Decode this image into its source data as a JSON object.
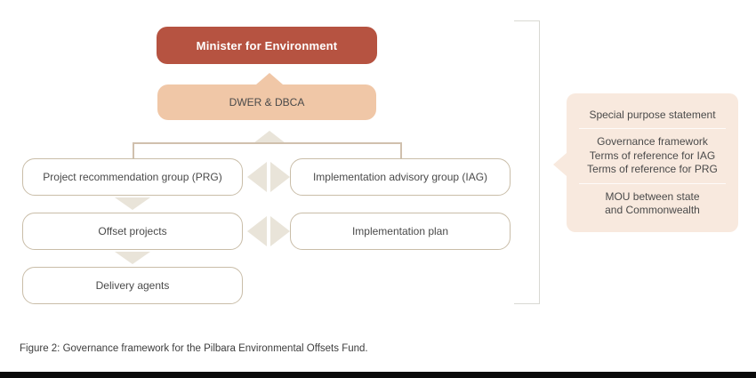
{
  "diagram": {
    "minister_box": {
      "label": "Minister for Environment"
    },
    "dwer_box": {
      "label": "DWER & DBCA"
    },
    "left_column": [
      {
        "label": "Project recommendation group (PRG)"
      },
      {
        "label": "Offset projects"
      },
      {
        "label": "Delivery agents"
      }
    ],
    "right_column": [
      {
        "label": "Implementation advisory group (IAG)"
      },
      {
        "label": "Implementation plan"
      }
    ],
    "side_panel": {
      "groups": [
        {
          "lines": [
            "Special purpose statement"
          ]
        },
        {
          "lines": [
            "Governance framework",
            "Terms of reference for IAG",
            "Terms of reference for PRG"
          ]
        },
        {
          "lines": [
            "MOU between state",
            "and Commonwealth"
          ]
        }
      ]
    },
    "caption": "Figure 2: Governance framework for the Pilbara Environmental Offsets Fund."
  },
  "colors": {
    "minister_red": "#b65341",
    "dwer_peach": "#f0c7a7",
    "side_panel_peach": "#f8e9de",
    "arrow_beige": "#e9e4d9",
    "box_border_tan": "#c9bda8",
    "connector_tan": "#d0c0ad",
    "bracket_grey": "#d9d9d3",
    "text_dark": "#4a4a4a",
    "bottom_bar_black": "#0a0a0a"
  }
}
